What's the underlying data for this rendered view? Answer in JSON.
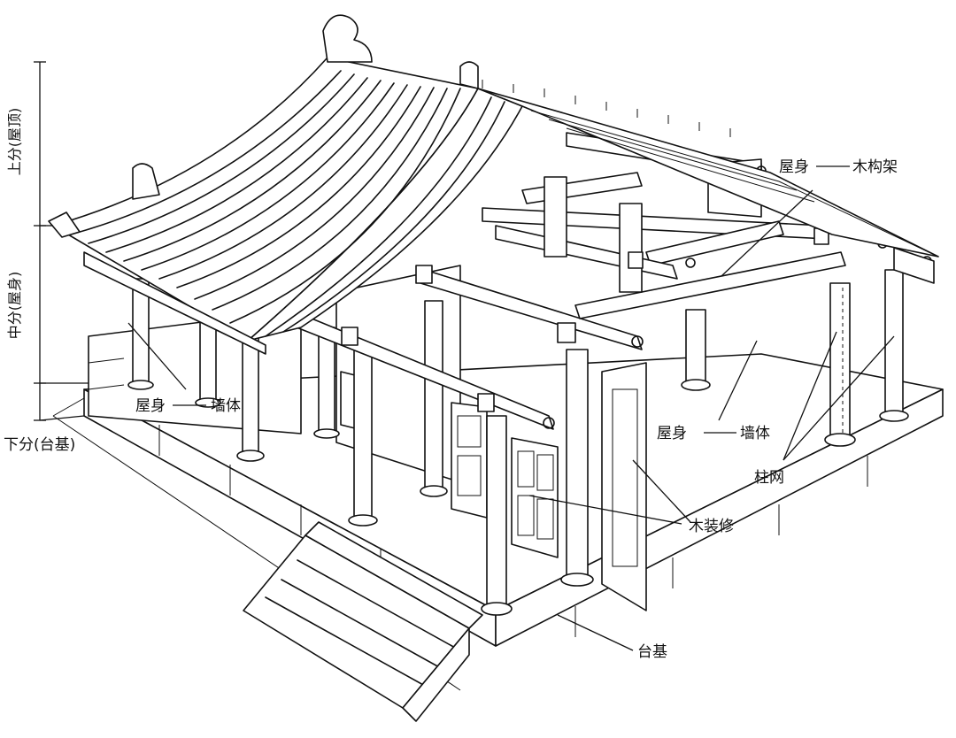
{
  "vertical_divisions": {
    "upper": "上分(屋顶)",
    "middle": "中分(屋身)",
    "lower": "下分(台基)"
  },
  "labels": {
    "wall_left_prefix": "屋身",
    "wall_left_suffix": "墙体",
    "frame_prefix": "屋身",
    "frame_suffix": "木构架",
    "wall_right_prefix": "屋身",
    "wall_right_suffix": "墙体",
    "column_grid": "柱网",
    "wood_decoration": "木装修",
    "platform": "台基"
  }
}
